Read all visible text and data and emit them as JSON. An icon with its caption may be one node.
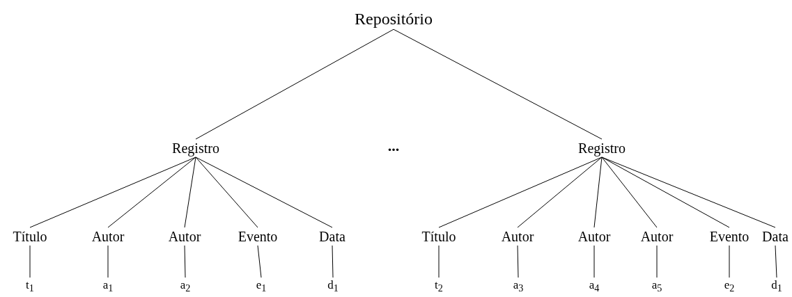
{
  "diagram": {
    "nodes": [
      {
        "text": [
          "Repositório"
        ]
      },
      {
        "text": [
          "Registro"
        ]
      },
      {
        "text": [
          "Registro"
        ]
      },
      {
        "text": [
          "Título"
        ]
      },
      {
        "text": [
          "Autor"
        ]
      },
      {
        "text": [
          "Autor"
        ]
      },
      {
        "text": [
          "Evento"
        ]
      },
      {
        "text": [
          "Data"
        ]
      },
      {
        "text": [
          "Título"
        ]
      },
      {
        "text": [
          "Autor"
        ]
      },
      {
        "text": [
          "Autor"
        ]
      },
      {
        "text": [
          "Autor"
        ]
      },
      {
        "text": [
          "Evento"
        ]
      },
      {
        "text": [
          "Data"
        ]
      },
      {
        "text": [
          "t$_{1}$"
        ]
      },
      {
        "text": [
          "a$_{1}$"
        ]
      },
      {
        "text": [
          "a$_{2}$"
        ]
      },
      {
        "text": [
          "e$_{1}$"
        ]
      },
      {
        "text": [
          "d$_{1}$"
        ]
      },
      {
        "text": [
          "t$_{2}$"
        ]
      },
      {
        "text": [
          "a$_{3}$"
        ]
      },
      {
        "text": [
          "a$_{4}$"
        ]
      },
      {
        "text": [
          "a$_{5}$"
        ]
      },
      {
        "text": [
          "e$_{2}$"
        ]
      },
      {
        "text": [
          "d$_{1}$"
        ]
      }
    ],
    "edges": [
      {
        "from": 0,
        "to": 1,
        "arrow": "none"
      },
      {
        "from": 0,
        "to": 2,
        "arrow": "none"
      },
      {
        "from": 1,
        "to": 3,
        "arrow": "none"
      },
      {
        "from": 1,
        "to": 4,
        "arrow": "none"
      },
      {
        "from": 1,
        "to": 5,
        "arrow": "none"
      },
      {
        "from": 1,
        "to": 6,
        "arrow": "none"
      },
      {
        "from": 1,
        "to": 7,
        "arrow": "none"
      },
      {
        "from": 2,
        "to": 8,
        "arrow": "none"
      },
      {
        "from": 2,
        "to": 9,
        "arrow": "none"
      },
      {
        "from": 2,
        "to": 10,
        "arrow": "none"
      },
      {
        "from": 2,
        "to": 11,
        "arrow": "none"
      },
      {
        "from": 2,
        "to": 12,
        "arrow": "none"
      },
      {
        "from": 2,
        "to": 13,
        "arrow": "none"
      },
      {
        "from": 3,
        "to": 14,
        "arrow": "none"
      },
      {
        "from": 4,
        "to": 15,
        "arrow": "none"
      },
      {
        "from": 5,
        "to": 16,
        "arrow": "none"
      },
      {
        "from": 6,
        "to": 17,
        "arrow": "none"
      },
      {
        "from": 7,
        "to": 18,
        "arrow": "none"
      },
      {
        "from": 8,
        "to": 19,
        "arrow": "none"
      },
      {
        "from": 9,
        "to": 20,
        "arrow": "none"
      },
      {
        "from": 10,
        "to": 21,
        "arrow": "none"
      },
      {
        "from": 11,
        "to": 22,
        "arrow": "none"
      },
      {
        "from": 12,
        "to": 23,
        "arrow": "none"
      },
      {
        "from": 13,
        "to": 24,
        "arrow": "none"
      }
    ],
    "labels": [
      "..."
    ]
  }
}
